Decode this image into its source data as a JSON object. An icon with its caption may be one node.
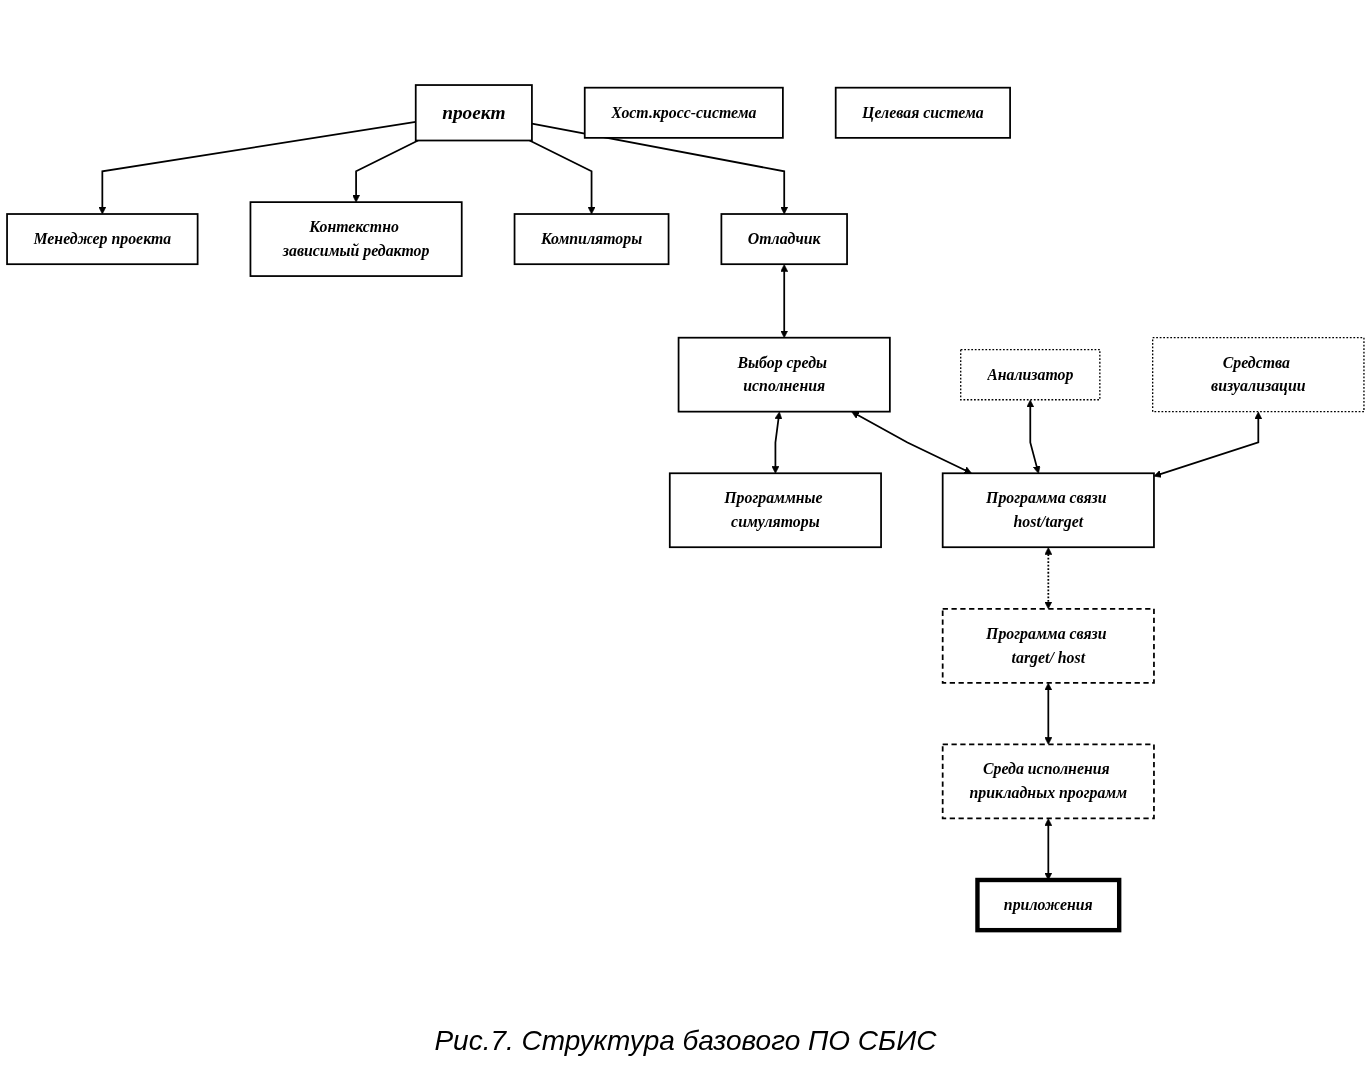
{
  "diagram": {
    "caption": "Рис.7. Структура базового ПО СБИС",
    "nodes": [
      {
        "text": [
          "проект"
        ]
      },
      {
        "text": [
          "Менеджер проекта"
        ]
      },
      {
        "text": [
          "Контекстно зависимый редактор"
        ]
      },
      {
        "text": [
          "Компиляторы"
        ]
      },
      {
        "text": [
          "Отладчик"
        ]
      },
      {
        "text": [
          "Анализатор"
        ]
      },
      {
        "text": [
          "Средства визуализации"
        ]
      },
      {
        "text": [
          "Выбор среды исполнения"
        ]
      },
      {
        "text": [
          "Программные симуляторы"
        ]
      },
      {
        "text": [
          "Программа связи host/target"
        ]
      },
      {
        "text": [
          "Хост.кросс-система"
        ]
      },
      {
        "text": [
          "Программа связи target/ host"
        ]
      },
      {
        "text": [
          "Среда исполнения прикладных программ"
        ]
      },
      {
        "text": [
          "приложения"
        ]
      },
      {
        "text": [
          "Целевая система"
        ]
      }
    ],
    "edges": [
      {
        "from": 0,
        "to": 1,
        "arrow": "to"
      },
      {
        "from": 0,
        "to": 2,
        "arrow": "to"
      },
      {
        "from": 0,
        "to": 3,
        "arrow": "to"
      },
      {
        "from": 0,
        "to": 4,
        "arrow": "to"
      },
      {
        "from": 4,
        "to": 7,
        "arrow": "both"
      },
      {
        "from": 7,
        "to": 8,
        "arrow": "both"
      },
      {
        "from": 7,
        "to": 9,
        "arrow": "both"
      },
      {
        "from": 9,
        "to": 5,
        "arrow": "both"
      },
      {
        "from": 9,
        "to": 6,
        "arrow": "both"
      },
      {
        "from": 9,
        "to": 11,
        "arrow": "both",
        "style": "dashed"
      },
      {
        "from": 11,
        "to": 12,
        "arrow": "both"
      },
      {
        "from": 12,
        "to": 13,
        "arrow": "both"
      }
    ]
  }
}
